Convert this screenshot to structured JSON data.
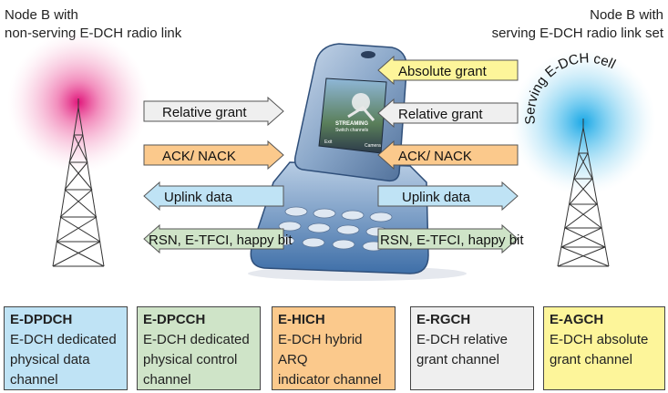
{
  "left_node": {
    "title": "Node B with",
    "subtitle": "non-serving E-DCH radio link"
  },
  "right_node": {
    "title": "Node B with",
    "subtitle": "serving E-DCH radio link set"
  },
  "serving_cell_label": "Serving E-DCH cell",
  "phone": {
    "screen_title": "STREAMING",
    "screen_caption": "Switch channels",
    "softkey_left": "Exit",
    "softkey_right": "Camera"
  },
  "left_arrows": {
    "relative_grant": "Relative grant",
    "ack_nack": "ACK/ NACK",
    "uplink_data": "Uplink data",
    "rsn": "RSN, E-TFCI, happy bit"
  },
  "right_arrows": {
    "absolute_grant": "Absolute grant",
    "relative_grant": "Relative grant",
    "ack_nack": "ACK/ NACK",
    "uplink_data": "Uplink data",
    "rsn": "RSN, E-TFCI, happy bit"
  },
  "channels": [
    {
      "abbr": "E-DPDCH",
      "desc": "E-DCH dedicated\nphysical data\nchannel",
      "color": "#bfe3f5"
    },
    {
      "abbr": "E-DPCCH",
      "desc": "E-DCH dedicated\nphysical control\nchannel",
      "color": "#cfe4c8"
    },
    {
      "abbr": "E-HICH",
      "desc": "E-DCH hybrid ARQ\nindicator channel",
      "color": "#fbc98c"
    },
    {
      "abbr": "E-RGCH",
      "desc": "E-DCH relative\ngrant channel",
      "color": "#efefef"
    },
    {
      "abbr": "E-AGCH",
      "desc": "E-DCH absolute\ngrant channel",
      "color": "#fdf59a"
    }
  ],
  "colors": {
    "grant_absolute": "#fdf59a",
    "grant_relative": "#efefef",
    "ack_nack": "#fbc98c",
    "uplink_data": "#bfe3f5",
    "rsn": "#cfe4c8",
    "left_glow": "#e0157a",
    "right_glow": "#1aa8e6"
  }
}
